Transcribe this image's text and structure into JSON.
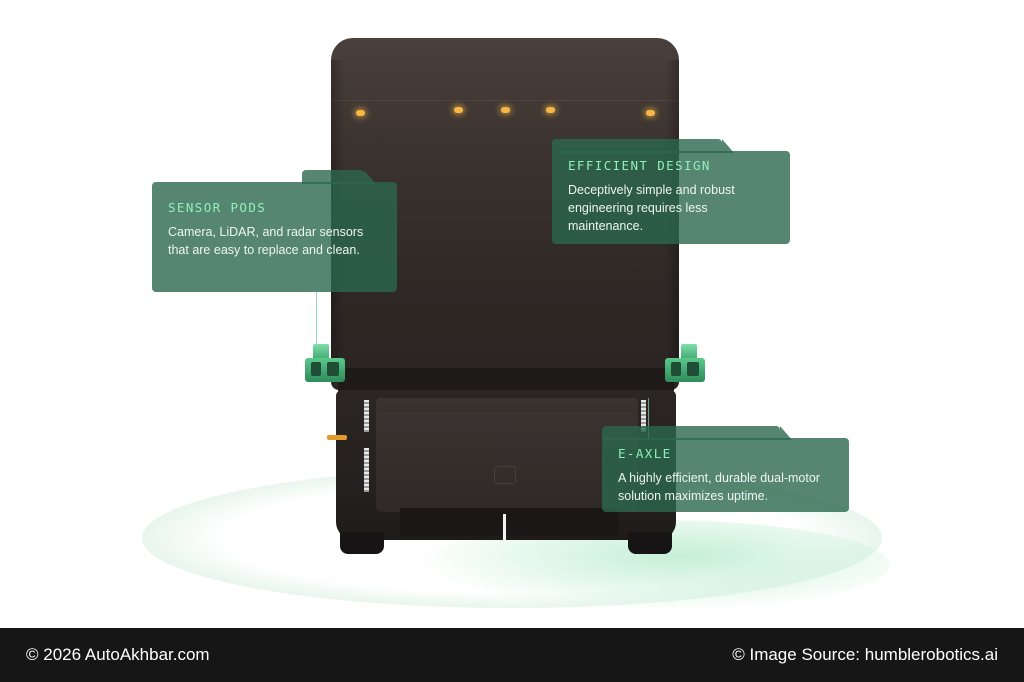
{
  "callouts": {
    "sensor_pods": {
      "title": "SENSOR PODS",
      "text": "Camera, LiDAR, and radar sensors that are easy to replace and clean."
    },
    "efficient_design": {
      "title": "EFFICIENT DESIGN",
      "text": "Deceptively simple and robust engineering requires less maintenance."
    },
    "e_axle": {
      "title": "E-AXLE",
      "text": "A highly efficient, durable dual-motor solution maximizes uptime."
    }
  },
  "colors": {
    "callout_bg": "#2c684e",
    "callout_title": "#8ff0b9",
    "vehicle_body": "#3a322e",
    "led_amber": "#f6b744",
    "footer_bg": "#161616"
  },
  "footer": {
    "copyright": "© 2026 AutoAkhbar.com",
    "source": "© Image Source: humblerobotics.ai"
  }
}
